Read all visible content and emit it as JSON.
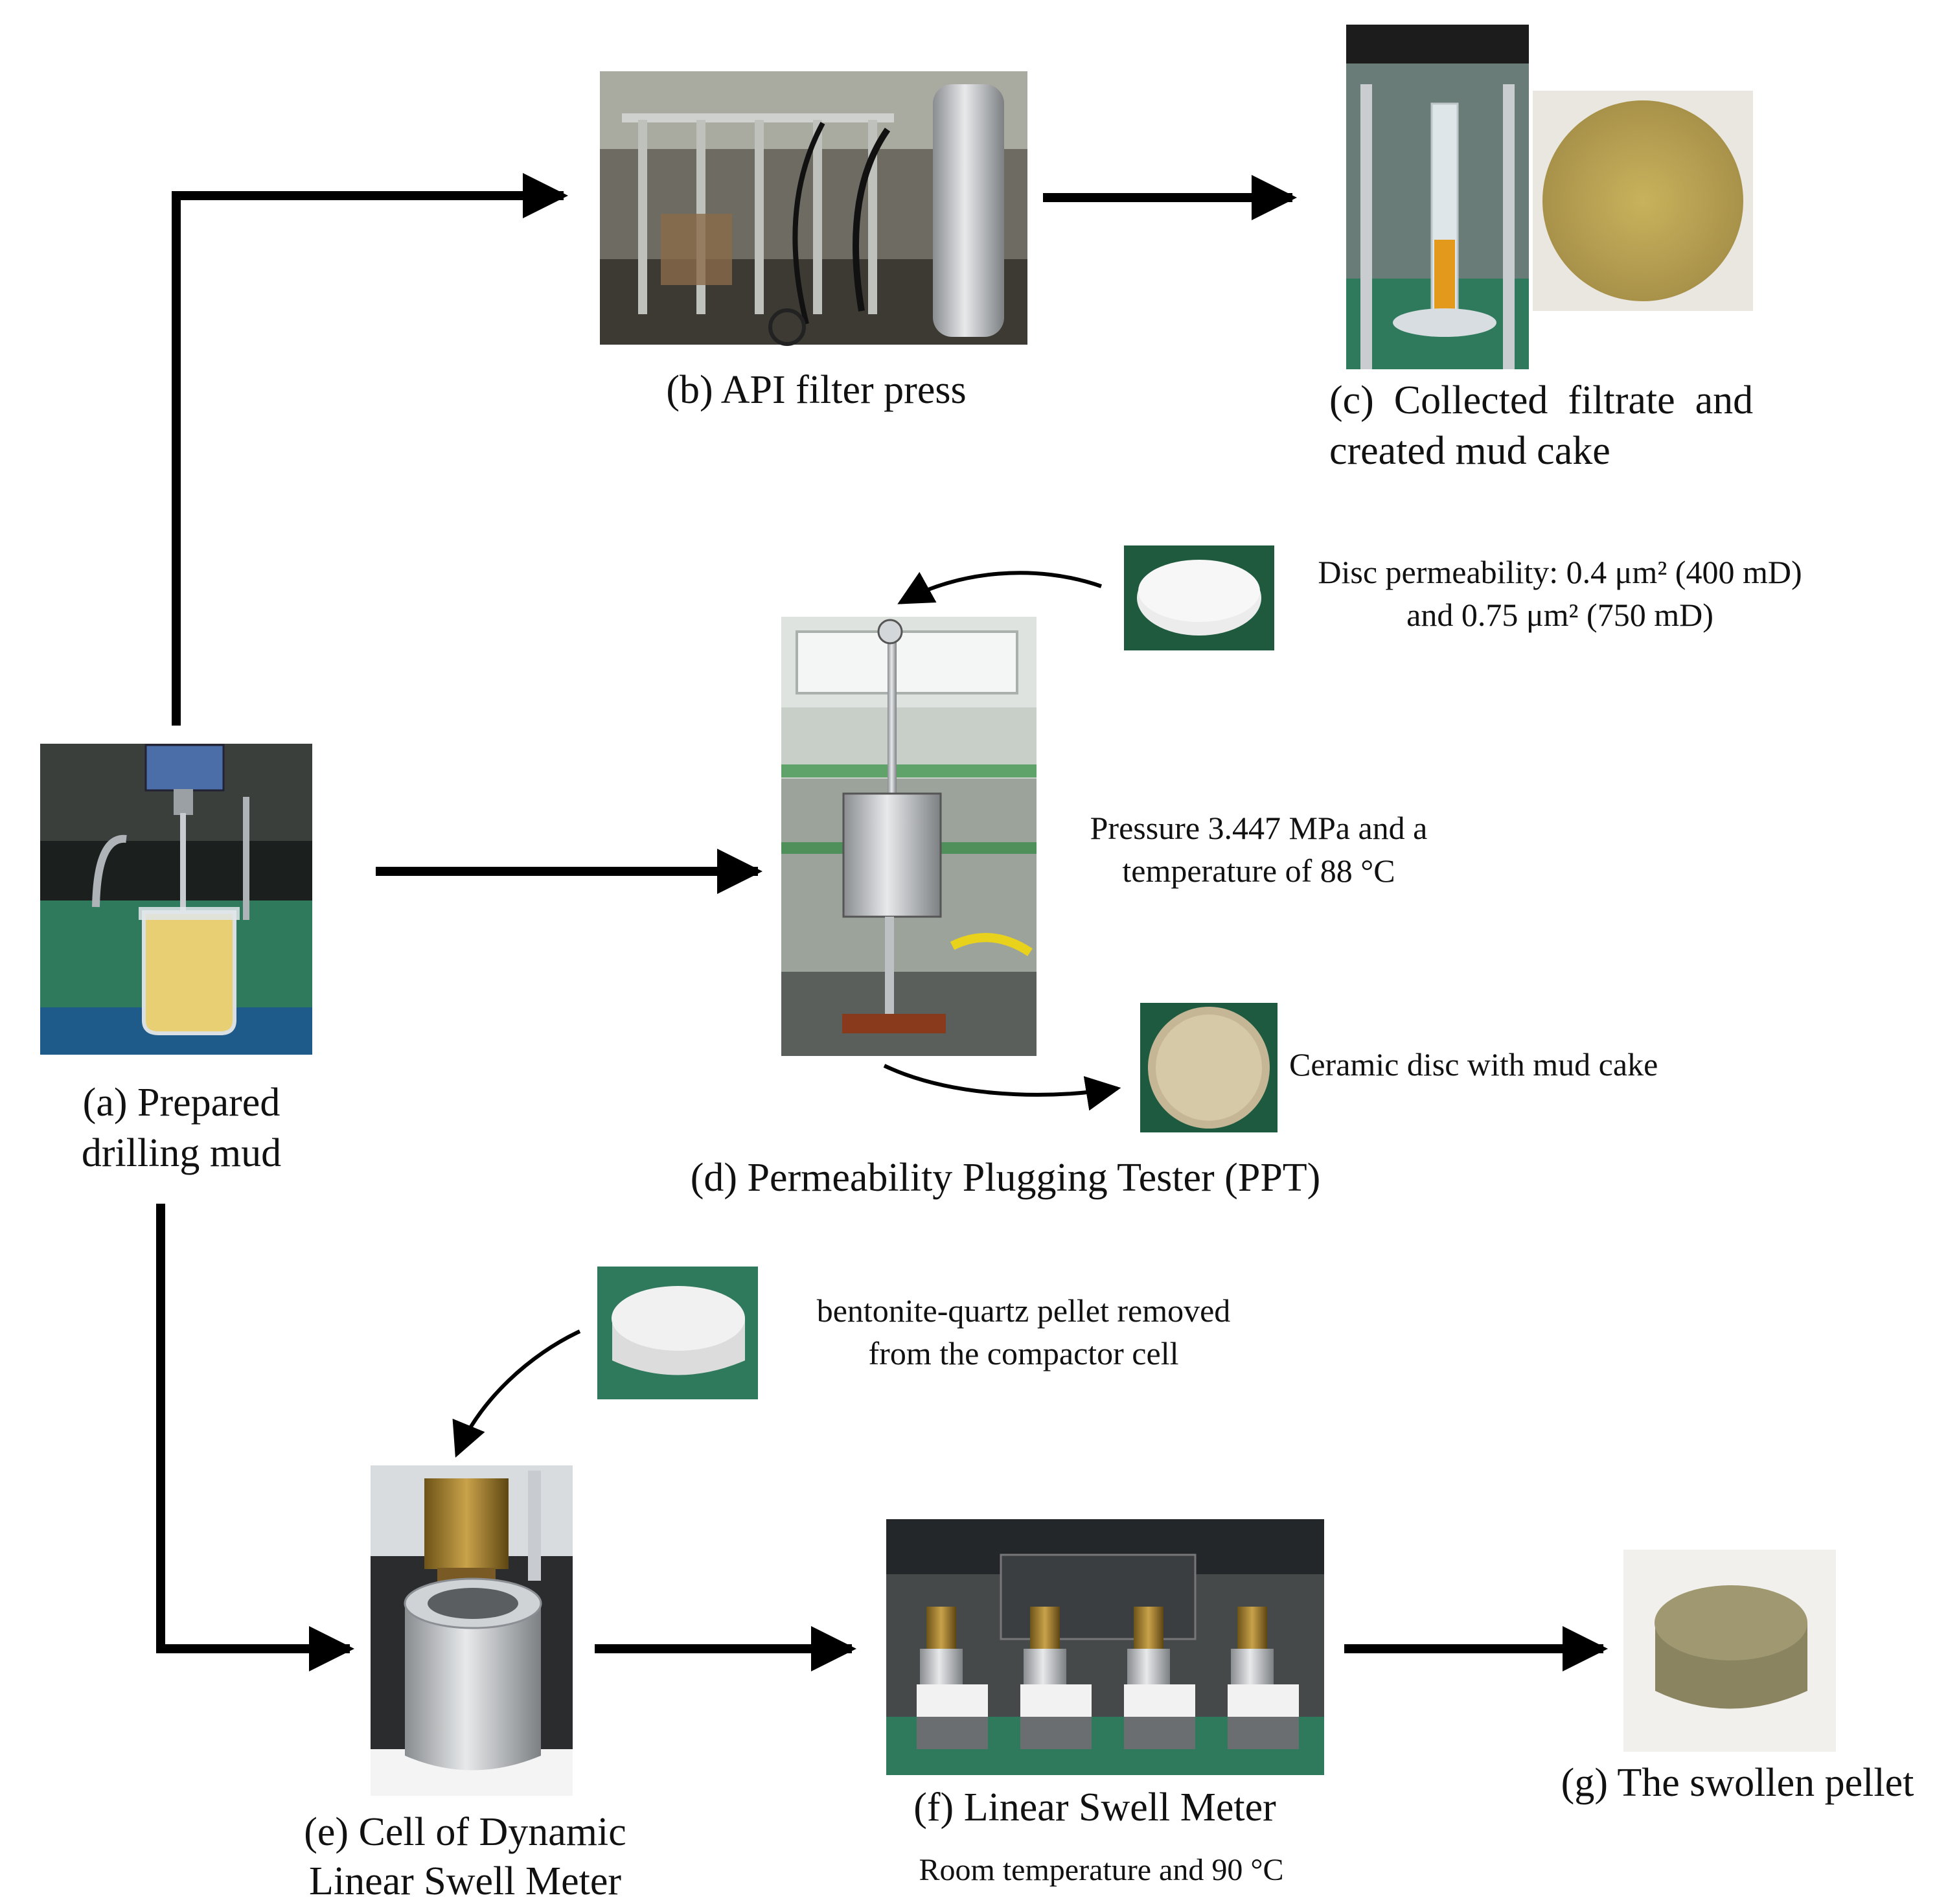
{
  "steps": {
    "a": {
      "caption_line1": "(a) Prepared",
      "caption_line2": "drilling mud",
      "subject": "beaker-with-stirrer-photo"
    },
    "b": {
      "caption": "(b) API filter press",
      "subject": "api-filter-press-photo"
    },
    "c": {
      "caption_line1": "(c)  Collected  filtrate  and",
      "caption_line2": "created mud cake",
      "subject": "filtrate-cylinder-and-mud-cake-photo"
    },
    "d": {
      "caption": "(d) Permeability Plugging Tester (PPT)",
      "subject": "ppt-apparatus-photo"
    },
    "e": {
      "caption_line1": "(e) Cell of Dynamic",
      "caption_line2": "Linear Swell Meter",
      "subject": "swell-meter-cell-photo"
    },
    "f": {
      "caption": "(f) Linear Swell Meter",
      "subject": "linear-swell-meter-photo"
    },
    "g": {
      "caption": "(g) The swollen pellet",
      "subject": "swollen-pellet-photo"
    }
  },
  "notes": {
    "disc_permeability_line1": "Disc permeability: 0.4 μm² (400 mD)",
    "disc_permeability_line2": "and 0.75 μm² (750 mD)",
    "ppt_conditions_line1": "Pressure 3.447 MPa and a",
    "ppt_conditions_line2": "temperature of 88 °C",
    "ceramic_disc": "Ceramic disc with mud cake",
    "pellet_line1": "bentonite-quartz pellet removed",
    "pellet_line2": "from the compactor cell",
    "swell_conditions": "Room temperature and 90 °C"
  },
  "colors": {
    "arrow": "#000000",
    "bench_green": "#2f7a5c",
    "mud_yellow": "#e8cf74",
    "filtrate_orange": "#e39a1c",
    "mud_cake": "#b8a55a",
    "steel": "#b9bcbf",
    "brass": "#9a7a2a",
    "pellet": "#8a8460",
    "ceramic": "#eeeeee"
  }
}
